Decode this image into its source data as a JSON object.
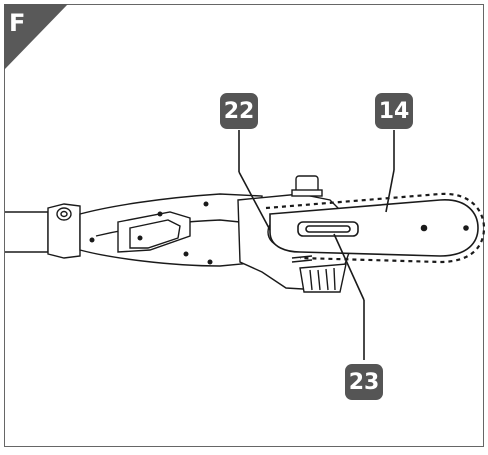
{
  "figure": {
    "letter": "F",
    "callouts": [
      {
        "id": "c22",
        "label": "22"
      },
      {
        "id": "c14",
        "label": "14"
      },
      {
        "id": "c23",
        "label": "23"
      }
    ]
  },
  "colors": {
    "corner": "#595959",
    "callout_bg": "#555555",
    "line": "#1a1a1a"
  }
}
